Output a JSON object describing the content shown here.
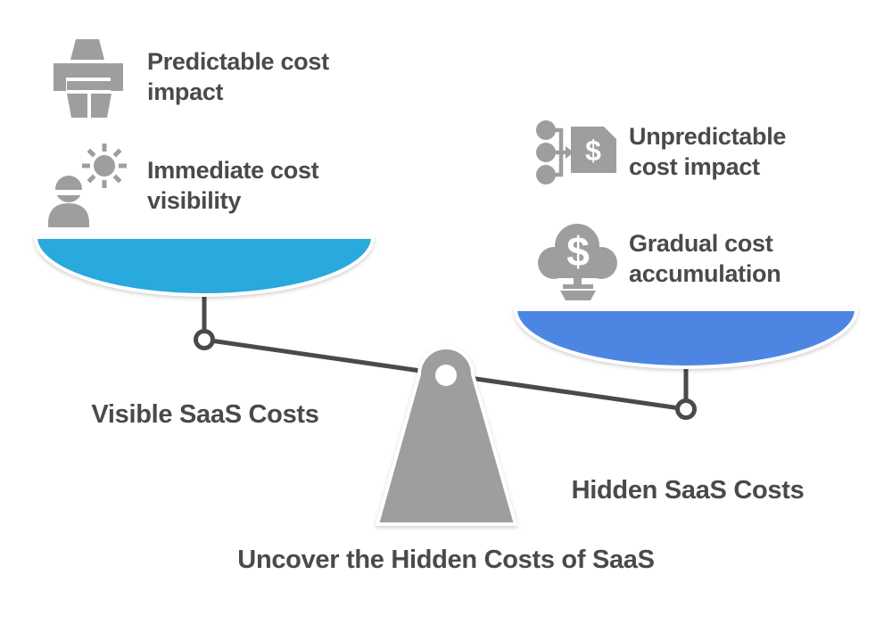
{
  "title": "Uncover the Hidden Costs of SaaS",
  "scale": {
    "left_pan_label": "Visible SaaS Costs",
    "right_pan_label": "Hidden SaaS Costs",
    "left_pan_color": "#29A9DC",
    "right_pan_color": "#4D86E2",
    "fulcrum_color": "#9E9E9E",
    "beam_color": "#4A4A4A"
  },
  "features": {
    "left": [
      {
        "icon": "balance-figure-icon",
        "lines": [
          "Predictable cost",
          "impact"
        ]
      },
      {
        "icon": "person-sun-icon",
        "lines": [
          "Immediate cost",
          "visibility"
        ]
      }
    ],
    "right": [
      {
        "icon": "invoice-flow-icon",
        "lines": [
          "Unpredictable",
          "cost impact"
        ]
      },
      {
        "icon": "money-tree-icon",
        "lines": [
          "Gradual cost",
          "accumulation"
        ]
      }
    ]
  },
  "glyphs": {
    "dollar": "$"
  },
  "colors": {
    "icon_gray": "#9E9E9E",
    "text_gray": "#4A4A4A"
  }
}
